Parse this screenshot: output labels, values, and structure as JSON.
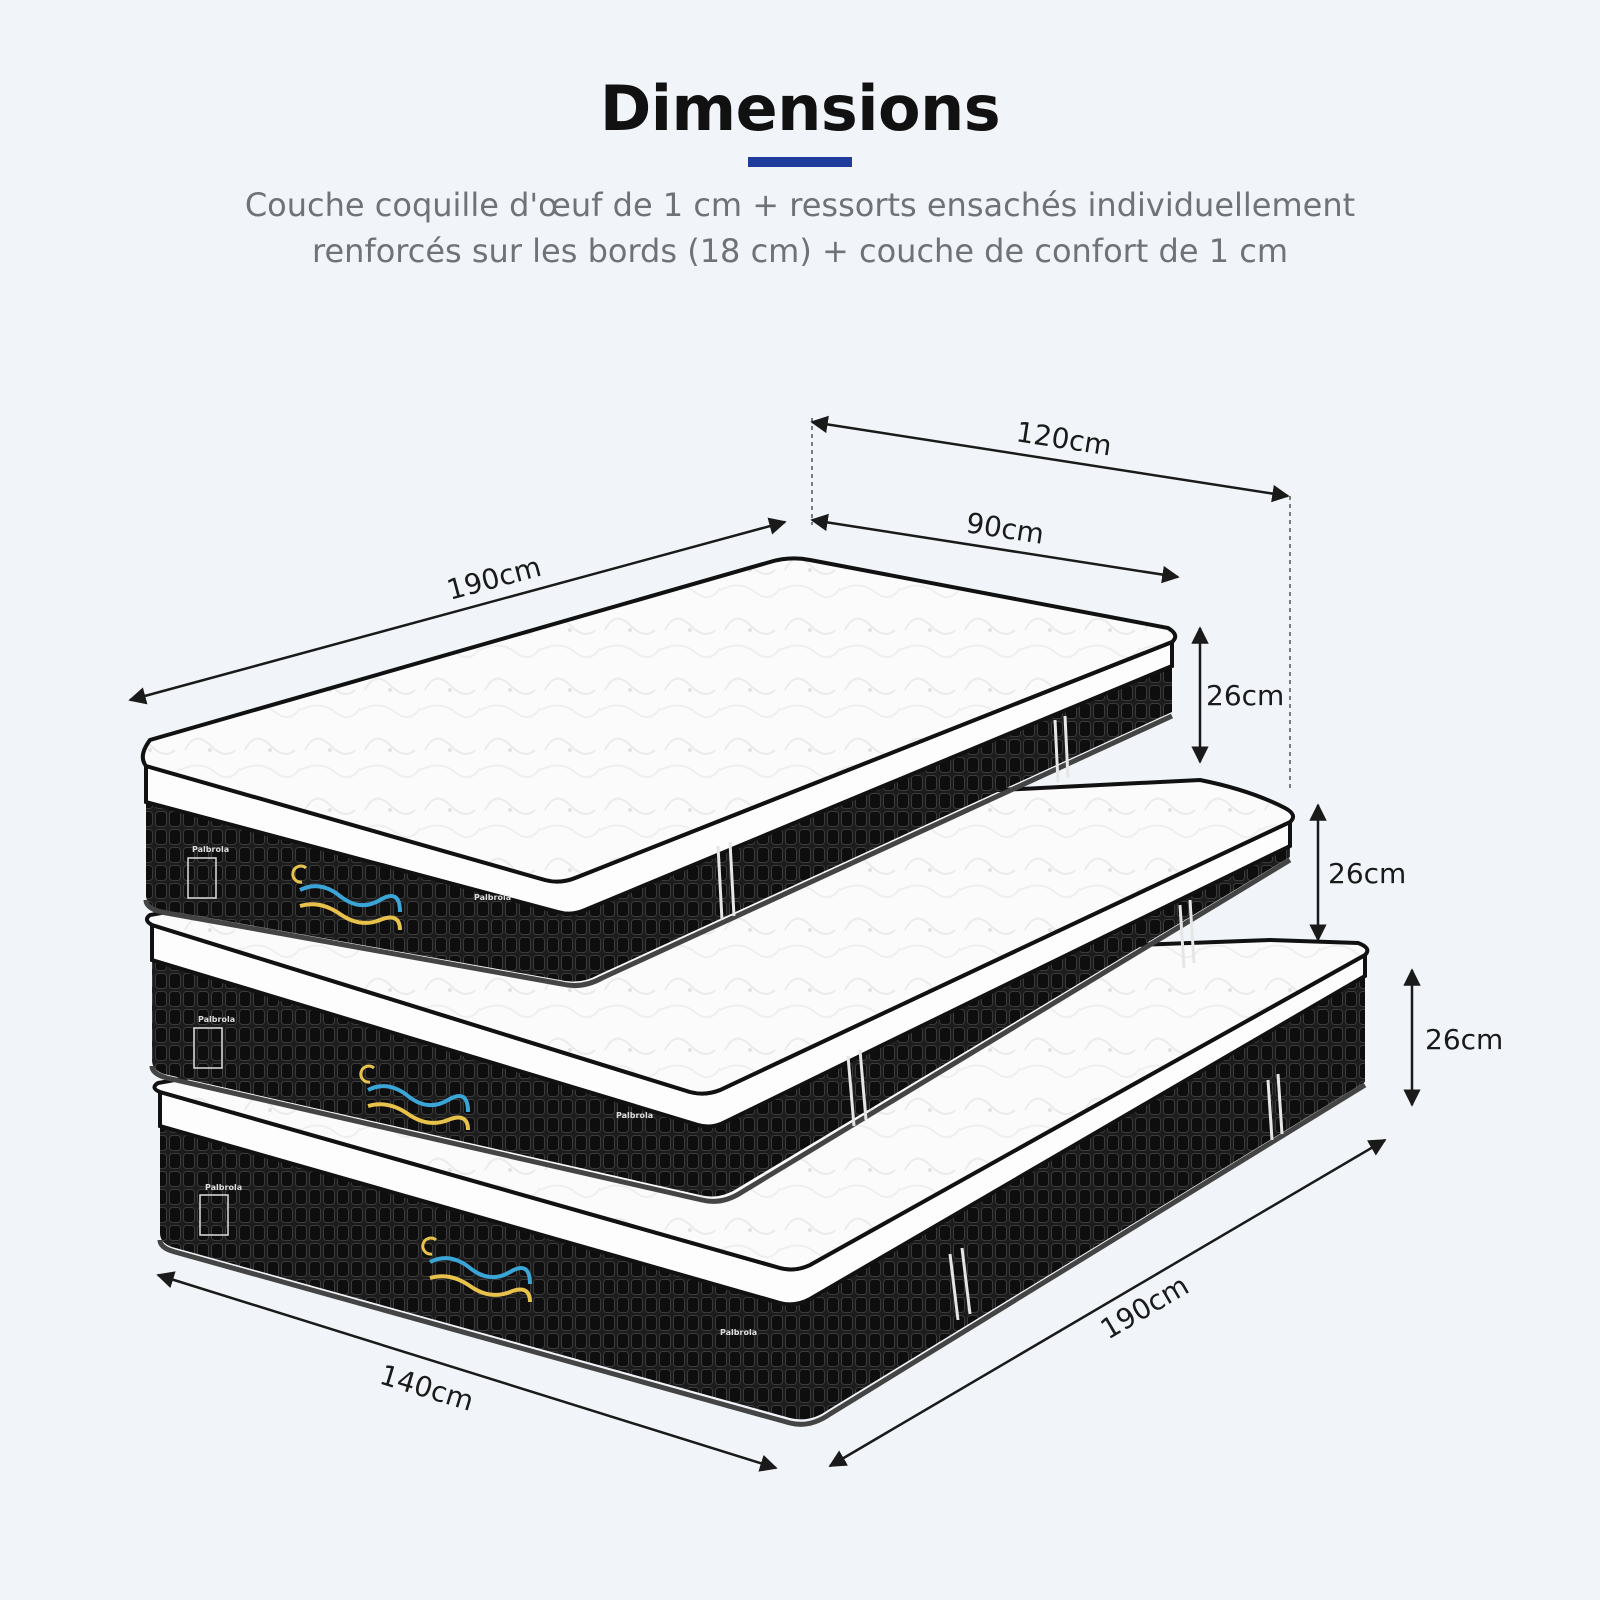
{
  "header": {
    "title": "Dimensions",
    "subtitle_line1": "Couche coquille d'œuf de 1 cm + ressorts ensachés individuellement",
    "subtitle_line2": "renforcés sur les bords (18 cm) + couche de confort de 1 cm",
    "accent_color": "#1f3c9c"
  },
  "dimensions": {
    "top_length": "190cm",
    "top_width_large": "120cm",
    "top_width_small": "90cm",
    "height_small": "26cm",
    "height_medium": "26cm",
    "height_large": "26cm",
    "bottom_width": "140cm",
    "bottom_length": "190cm"
  },
  "mattresses": [
    {
      "brand": "Palbrola"
    },
    {
      "brand": "Palbrola"
    },
    {
      "brand": "Palbrola"
    }
  ]
}
